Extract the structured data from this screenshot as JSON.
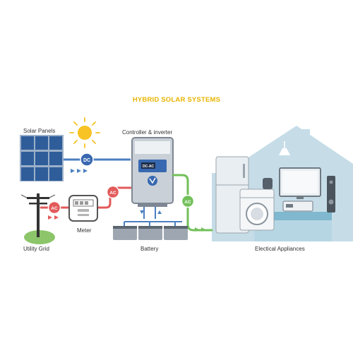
{
  "diagram": {
    "title": "HYBRID SOLAR SYSTEMS",
    "components": {
      "solar_panels": "Solar Panels",
      "controller": "Controller & inverter",
      "meter": "Meter",
      "utility_grid": "Utility Grid",
      "battery": "Battery",
      "appliances": "Electical Appliances"
    },
    "badges": {
      "dc": "DC",
      "ac_meter": "AC",
      "ac_grid": "AC",
      "ac_appliances": "AC",
      "controller_display": "DC-AC"
    },
    "colors": {
      "title": "#e8b400",
      "dc_line": "#4b7fbf",
      "ac_grid_line": "#e35a5a",
      "ac_appliance_line": "#72c05a",
      "panel": "#2f5d9a",
      "house": "#c6dde8",
      "sun": "#f7c325"
    }
  }
}
